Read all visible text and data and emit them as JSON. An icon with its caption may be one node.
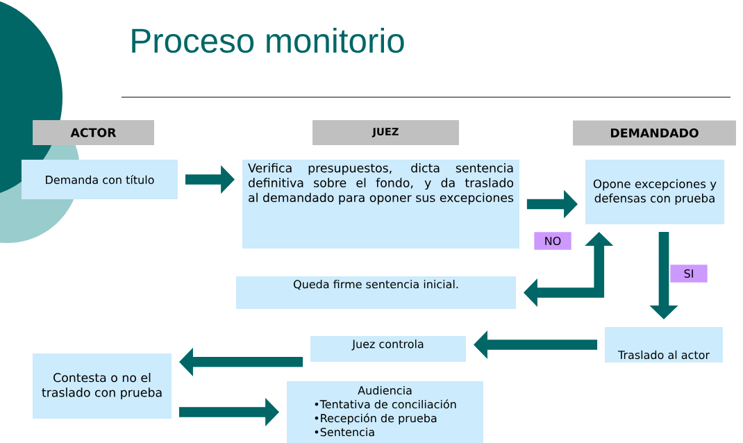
{
  "diagram": {
    "title": "Proceso monitorio",
    "nodes": [
      {
        "text": [
          "ACTOR"
        ]
      },
      {
        "text": [
          "JUEZ"
        ]
      },
      {
        "text": [
          "DEMANDADO"
        ]
      },
      {
        "text": [
          "Demanda con título"
        ]
      },
      {
        "text": [
          "Verifica presupuestos, dicta sentencia definitiva sobre el fondo, y da traslado al demandado para oponer sus excepciones"
        ]
      },
      {
        "text": [
          "Opone excepciones y defensas con prueba"
        ]
      },
      {
        "text": [
          "Queda firme sentencia inicial."
        ]
      },
      {
        "text": [
          "Traslado al actor"
        ]
      },
      {
        "text": [
          "Juez controla"
        ]
      },
      {
        "text": [
          "Contesta o no el traslado con prueba"
        ]
      },
      {
        "text": [
          "Audiencia",
          "•Tentativa de conciliación",
          "•Recepción de prueba",
          "•Sentencia"
        ]
      }
    ],
    "edges": [
      {
        "from": 3,
        "to": 4,
        "arrow": "to"
      },
      {
        "from": 4,
        "to": 5,
        "arrow": "to"
      },
      {
        "from": 5,
        "to": 6,
        "arrow": "both",
        "label": "NO"
      },
      {
        "from": 5,
        "to": 7,
        "arrow": "to",
        "label": "SI"
      },
      {
        "from": 7,
        "to": 8,
        "arrow": "to"
      },
      {
        "from": 8,
        "to": 9,
        "arrow": "to"
      },
      {
        "from": 9,
        "to": 10,
        "arrow": "to"
      }
    ]
  }
}
